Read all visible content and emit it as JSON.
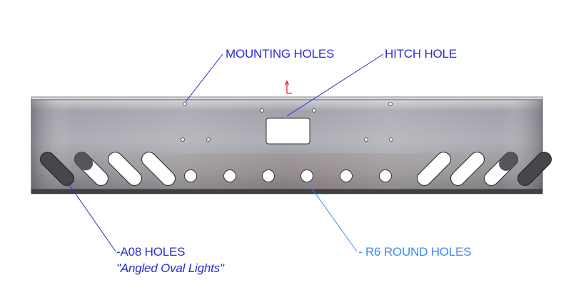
{
  "colors": {
    "callout_dark": "#2b2bd6",
    "callout_light": "#3a8df0",
    "origin_marker": "#e02020",
    "plate_mid": "#a3a3ab",
    "plate_dark": "#6f6f78"
  },
  "callouts": {
    "mounting": "MOUNTING HOLES",
    "hitch": "HITCH HOLE",
    "a08": "-A08 HOLES",
    "a08_sub": "\"Angled Oval Lights\"",
    "r6": "- R6 ROUND HOLES"
  }
}
